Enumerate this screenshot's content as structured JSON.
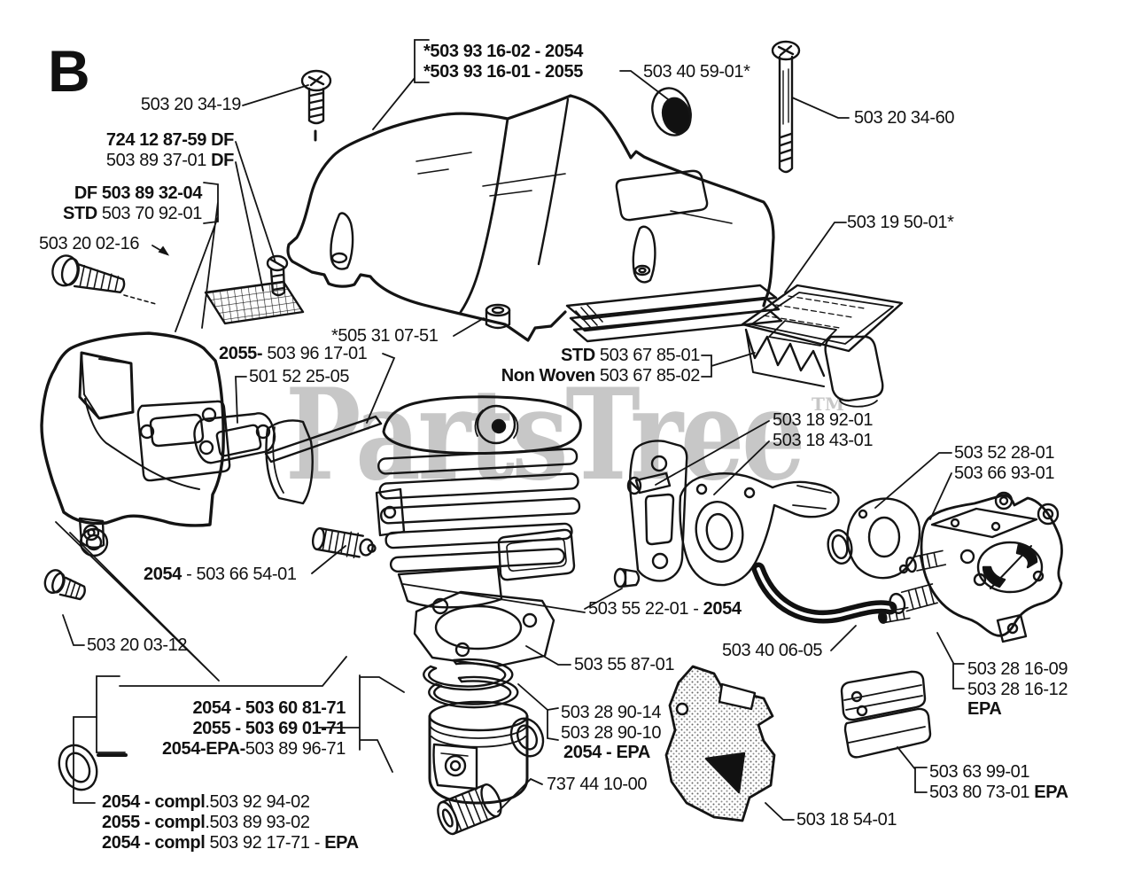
{
  "page_letter": "B",
  "watermark": {
    "text": "PartsTree",
    "tm": "TM"
  },
  "labels": {
    "screw_top": {
      "t": "503 20 34-19"
    },
    "cover_a": {
      "t": "*503 93 16-02 - 2054"
    },
    "cover_b": {
      "t": "*503 93 16-01 - 2055"
    },
    "cap": {
      "t": "503 40 59-01*"
    },
    "bolt_long": {
      "t": "503 20 34-60"
    },
    "muffler_screen": {
      "t": "724 12 87-59 DF"
    },
    "muffler_gasket_df": {
      "pre": "503 89 37-01 ",
      "bold": "DF"
    },
    "muffler_df": {
      "bold": "DF 503 89 32-04"
    },
    "muffler_std": {
      "bold": "STD ",
      "rest": "503 70 92-01"
    },
    "muffler_bolt": {
      "t": "503 20 02-16"
    },
    "air_filter_frame": {
      "t": "503 19 50-01*"
    },
    "nut": {
      "t": "*505 31 07-51"
    },
    "shield_2055": {
      "bold": "2055-",
      "rest": " 503 96 17-01"
    },
    "gasket_501": {
      "t": "501 52 25-05"
    },
    "filter_std": {
      "bold": "STD ",
      "rest": "503 67 85-01"
    },
    "filter_nonwoven": {
      "bold": "Non Woven ",
      "rest": "503 67 85-02"
    },
    "clamp": {
      "t": "503 18 92-01"
    },
    "manifold": {
      "t": "503 18 43-01"
    },
    "spacer": {
      "t": "503 52 28-01"
    },
    "carb_gasket": {
      "t": "503 66 93-01"
    },
    "decomp": {
      "bold": "2054",
      "rest": " - 503 66 54-01"
    },
    "impulse": {
      "pre": "503 55 22-01 - ",
      "bold": "2054"
    },
    "plug_small": {
      "t": "503 20 03-12"
    },
    "cyl_gasket": {
      "t": "503 55 87-01"
    },
    "hose": {
      "t": "503 40 06-05"
    },
    "carb_a": {
      "t": "503 28 16-09"
    },
    "carb_b": {
      "t": "503 28 16-12"
    },
    "carb_epa": {
      "t": "EPA"
    },
    "piston_2054": {
      "bold": "2054 - 503 60 81-71"
    },
    "piston_2055": {
      "bold": "2055 - 503 69 01-71"
    },
    "piston_epa": {
      "bold": "2054-EPA-",
      "rest": "503 89 96-71"
    },
    "rings_a": {
      "t": "503 28 90-14"
    },
    "rings_b": {
      "t": "503 28 90-10"
    },
    "rings_epa": {
      "bold": "2054 - EPA"
    },
    "bearing": {
      "t": "737 44 10-00"
    },
    "compl_2054": {
      "bold": "2054 - compl",
      "rest": ".503 92 94-02"
    },
    "compl_2055": {
      "bold": "2055 - compl",
      "rest": ".503 89 93-02"
    },
    "compl_epa": {
      "bold": "2054 - compl",
      "rest": " 503 92 17-71 - ",
      "bold2": "EPA"
    },
    "pump_a": {
      "t": "503 63 99-01"
    },
    "pump_b": {
      "pre": "503 80 73-01 ",
      "bold": "EPA"
    },
    "baffle": {
      "t": "503 18 54-01"
    }
  }
}
